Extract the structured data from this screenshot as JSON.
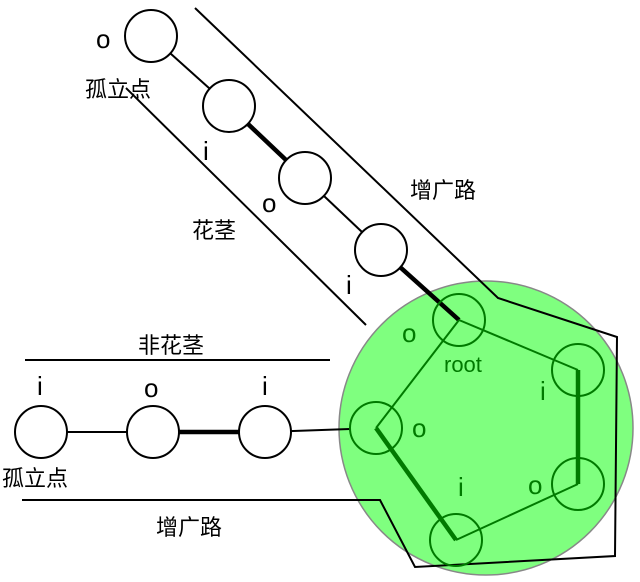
{
  "labels": {
    "isolated_top": "孤立点",
    "isolated_bottom": "孤立点",
    "aug_path_top": "增广路",
    "aug_path_bottom": "增广路",
    "stem": "花茎",
    "non_stem": "非花茎",
    "root": "root"
  },
  "marks": {
    "o": "o",
    "i": "i"
  },
  "colors": {
    "blossom_fill": "#00ff00",
    "blossom_opacity": 0.5
  }
}
